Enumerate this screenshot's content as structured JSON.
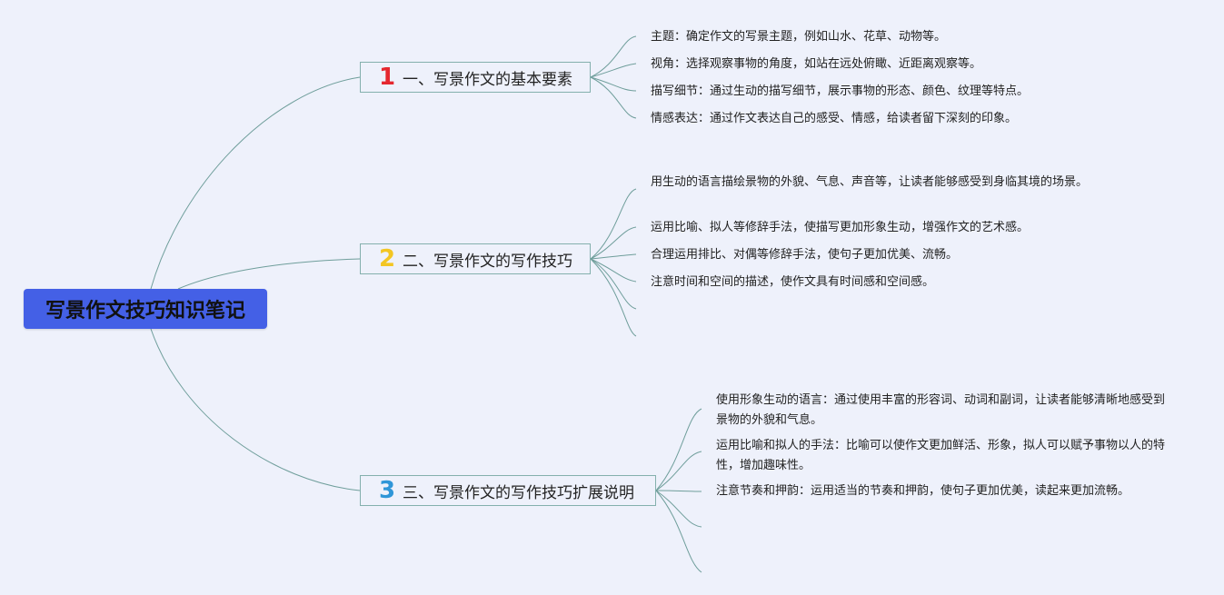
{
  "root": {
    "label": "写景作文技巧知识笔记"
  },
  "colors": {
    "root_bg": "#4460e6",
    "line": "#6f9e9b",
    "num1": "#e5282f",
    "num2": "#f3c623",
    "num3": "#2f96d8"
  },
  "branches": [
    {
      "number": "1",
      "label": "一、写景作文的基本要素",
      "children": [
        "主题：确定作文的写景主题，例如山水、花草、动物等。",
        "视角：选择观察事物的角度，如站在远处俯瞰、近距离观察等。",
        "描写细节：通过生动的描写细节，展示事物的形态、颜色、纹理等特点。",
        "情感表达：通过作文表达自己的感受、情感，给读者留下深刻的印象。"
      ]
    },
    {
      "number": "2",
      "label": "二、写景作文的写作技巧",
      "children": [
        "用生动的语言描绘景物的外貌、气息、声音等，让读者能够感受到身临其境的场景。",
        "运用比喻、拟人等修辞手法，使描写更加形象生动，增强作文的艺术感。",
        "合理运用排比、对偶等修辞手法，使句子更加优美、流畅。",
        "注意时间和空间的描述，使作文具有时间感和空间感。"
      ]
    },
    {
      "number": "3",
      "label": "三、写景作文的写作技巧扩展说明",
      "children": [
        "使用形象生动的语言：通过使用丰富的形容词、动词和副词，让读者能够清晰地感受到景物的外貌和气息。",
        "运用比喻和拟人的手法：比喻可以使作文更加鲜活、形象，拟人可以赋予事物以人的特性，增加趣味性。",
        "注意节奏和押韵：运用适当的节奏和押韵，使句子更加优美，读起来更加流畅。"
      ]
    }
  ]
}
